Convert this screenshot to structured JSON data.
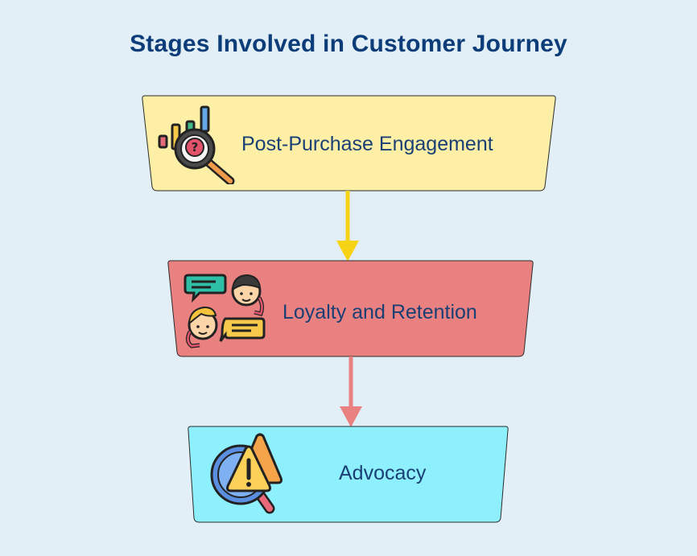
{
  "title": "Stages Involved in Customer Journey",
  "stages": [
    {
      "label": "Post-Purchase Engagement",
      "fill": "#fdf0a6",
      "icon": "analytics-magnifier-question-icon"
    },
    {
      "label": "Loyalty and Retention",
      "fill": "#ea8181",
      "icon": "customer-conversation-icon"
    },
    {
      "label": "Advocacy",
      "fill": "#8ef0fd",
      "icon": "alert-magnifier-icon"
    }
  ],
  "arrows": [
    {
      "color": "#f7d316"
    },
    {
      "color": "#ea8181"
    }
  ]
}
